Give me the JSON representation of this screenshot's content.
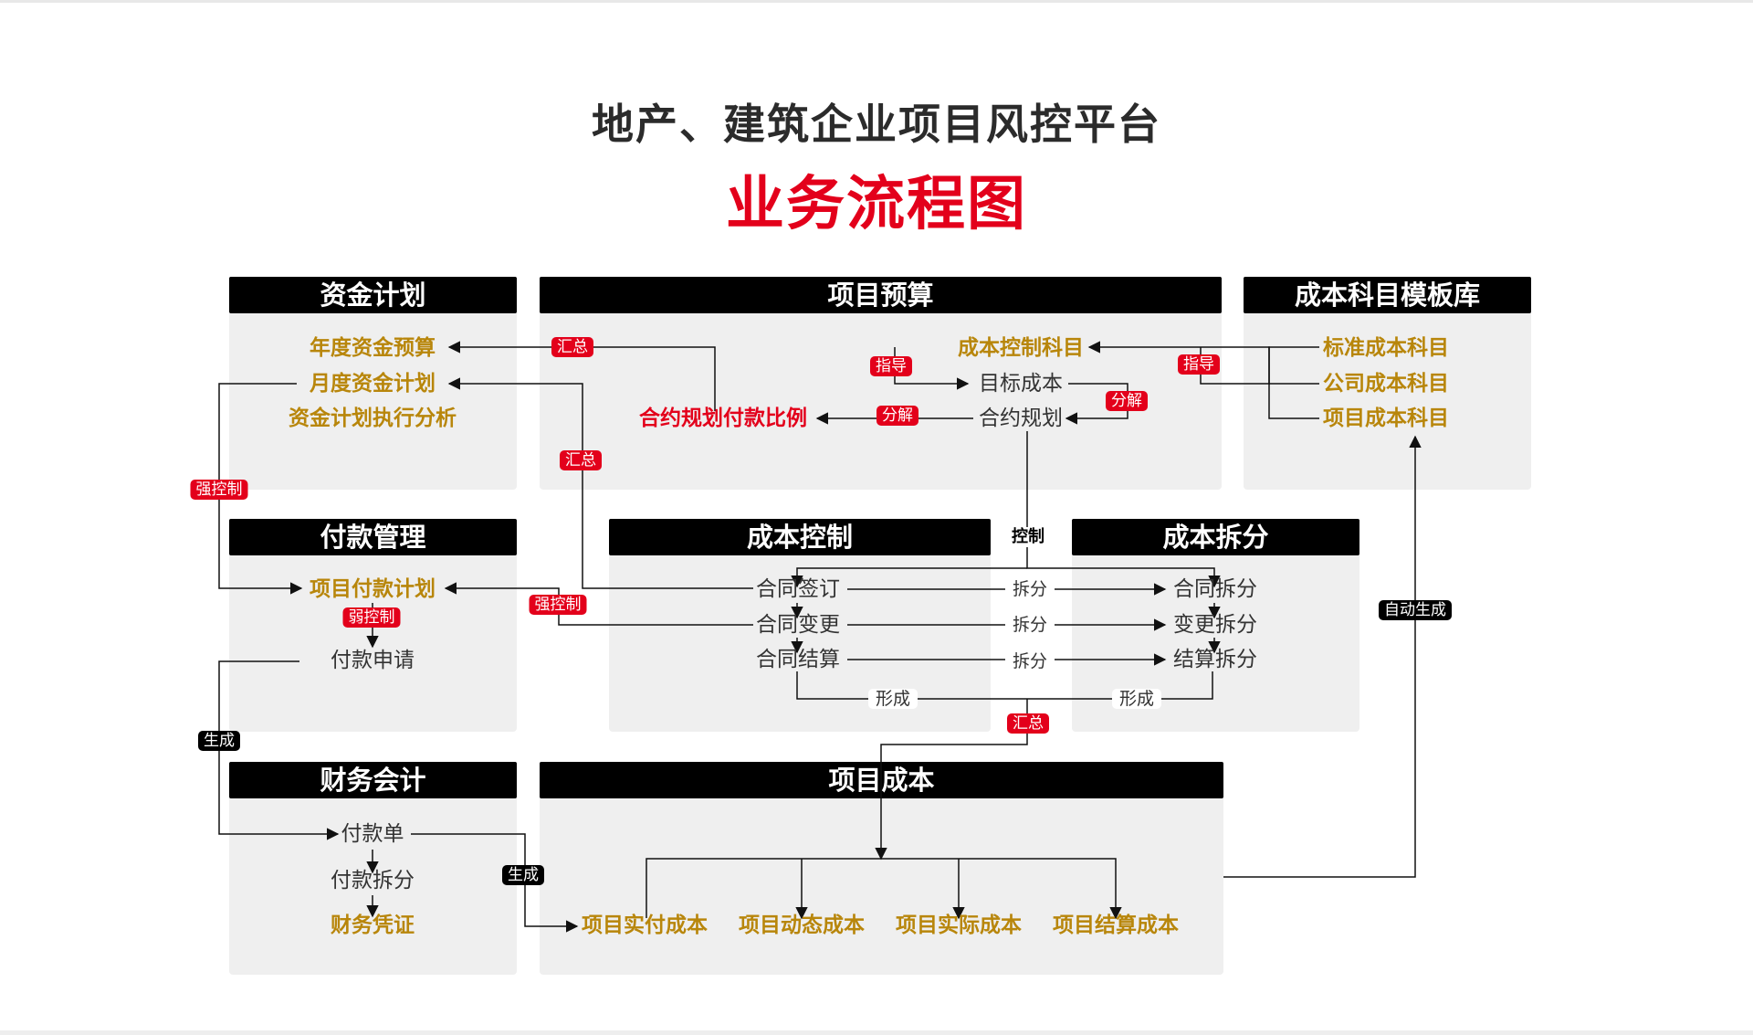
{
  "title": "地产、建筑企业项目风控平台",
  "subtitle": "业务流程图",
  "colors": {
    "accent": "#e3001b",
    "gold": "#b8860b",
    "header_bg": "#000000",
    "panel_bg": "#efefef"
  },
  "sections": {
    "fund_plan": {
      "title": "资金计划",
      "items": [
        "年度资金预算",
        "月度资金计划",
        "资金计划执行分析"
      ]
    },
    "project_budget": {
      "title": "项目预算",
      "items": [
        "成本控制科目",
        "目标成本",
        "合约规划",
        "合约规划付款比例"
      ]
    },
    "cost_template": {
      "title": "成本科目模板库",
      "items": [
        "标准成本科目",
        "公司成本科目",
        "项目成本科目"
      ]
    },
    "payment_mgmt": {
      "title": "付款管理",
      "items": [
        "项目付款计划",
        "付款申请"
      ]
    },
    "cost_control": {
      "title": "成本控制",
      "items": [
        "合同签订",
        "合同变更",
        "合同结算"
      ]
    },
    "cost_split": {
      "title": "成本拆分",
      "items": [
        "合同拆分",
        "变更拆分",
        "结算拆分"
      ]
    },
    "finance": {
      "title": "财务会计",
      "items": [
        "付款单",
        "付款拆分",
        "财务凭证"
      ]
    },
    "project_cost": {
      "title": "项目成本",
      "items": [
        "项目实付成本",
        "项目动态成本",
        "项目实际成本",
        "项目结算成本"
      ]
    }
  },
  "tags": {
    "summary": "汇总",
    "guide": "指导",
    "decompose": "分解",
    "strong_control": "强控制",
    "weak_control": "弱控制",
    "control": "控制",
    "split": "拆分",
    "form": "形成",
    "generate": "生成",
    "auto_generate": "自动生成"
  }
}
